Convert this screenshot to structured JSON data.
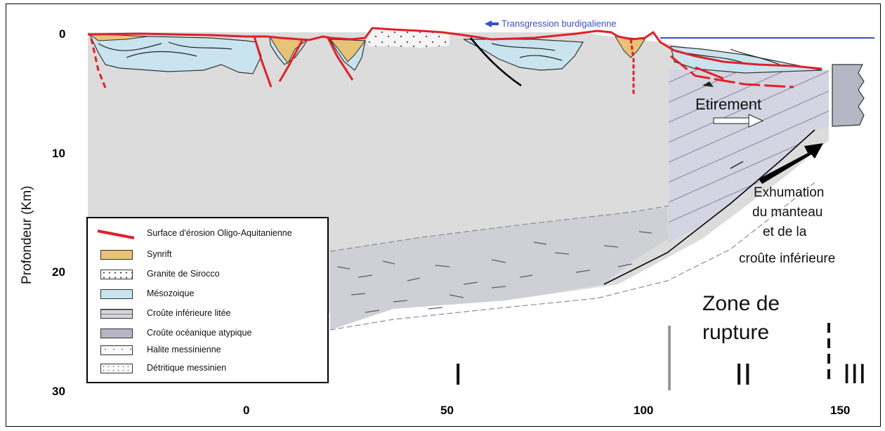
{
  "figure": {
    "transgression_label": "Transgression burdigalienne",
    "y_axis_title": "Profondeur (Km)",
    "y_ticks": [
      "0",
      "10",
      "20",
      "30"
    ],
    "x_ticks": [
      "0",
      "50",
      "100",
      "150"
    ],
    "annotations": {
      "etirement": "Etirement",
      "exhumation": [
        "Exhumation",
        "du manteau",
        "et de la",
        "croûte inférieure"
      ],
      "zone": [
        "Zone de",
        "rupture"
      ],
      "zone_numbers": [
        "I",
        "II",
        "III"
      ]
    }
  },
  "legend": {
    "items": [
      {
        "label": "Surface d'érosion Oligo-Aquitanienne",
        "symbol": "red-line"
      },
      {
        "label": "Synrift",
        "symbol": "orange-fill",
        "color": "#e8c276"
      },
      {
        "label": "Granite de Sirocco",
        "symbol": "dotted"
      },
      {
        "label": "Mésozoique",
        "symbol": "blue-fill",
        "color": "#c9e4ee"
      },
      {
        "label": "Croûte inférieure litée",
        "symbol": "dashed-gray"
      },
      {
        "label": "Croûte océanique atypique",
        "symbol": "gray-fill",
        "color": "#b6b6c4"
      },
      {
        "label": "Halite messinienne",
        "symbol": "halite"
      },
      {
        "label": "Détritique messinien",
        "symbol": "detritique"
      }
    ]
  },
  "colors": {
    "erosion_surface": "#e0202a",
    "synrift": "#e8c276",
    "mesozoic": "#c9e4ee",
    "crust": "#dcdcdc",
    "oceanic_crust": "#b6b6c4",
    "transgression": "#3a4fc2"
  }
}
